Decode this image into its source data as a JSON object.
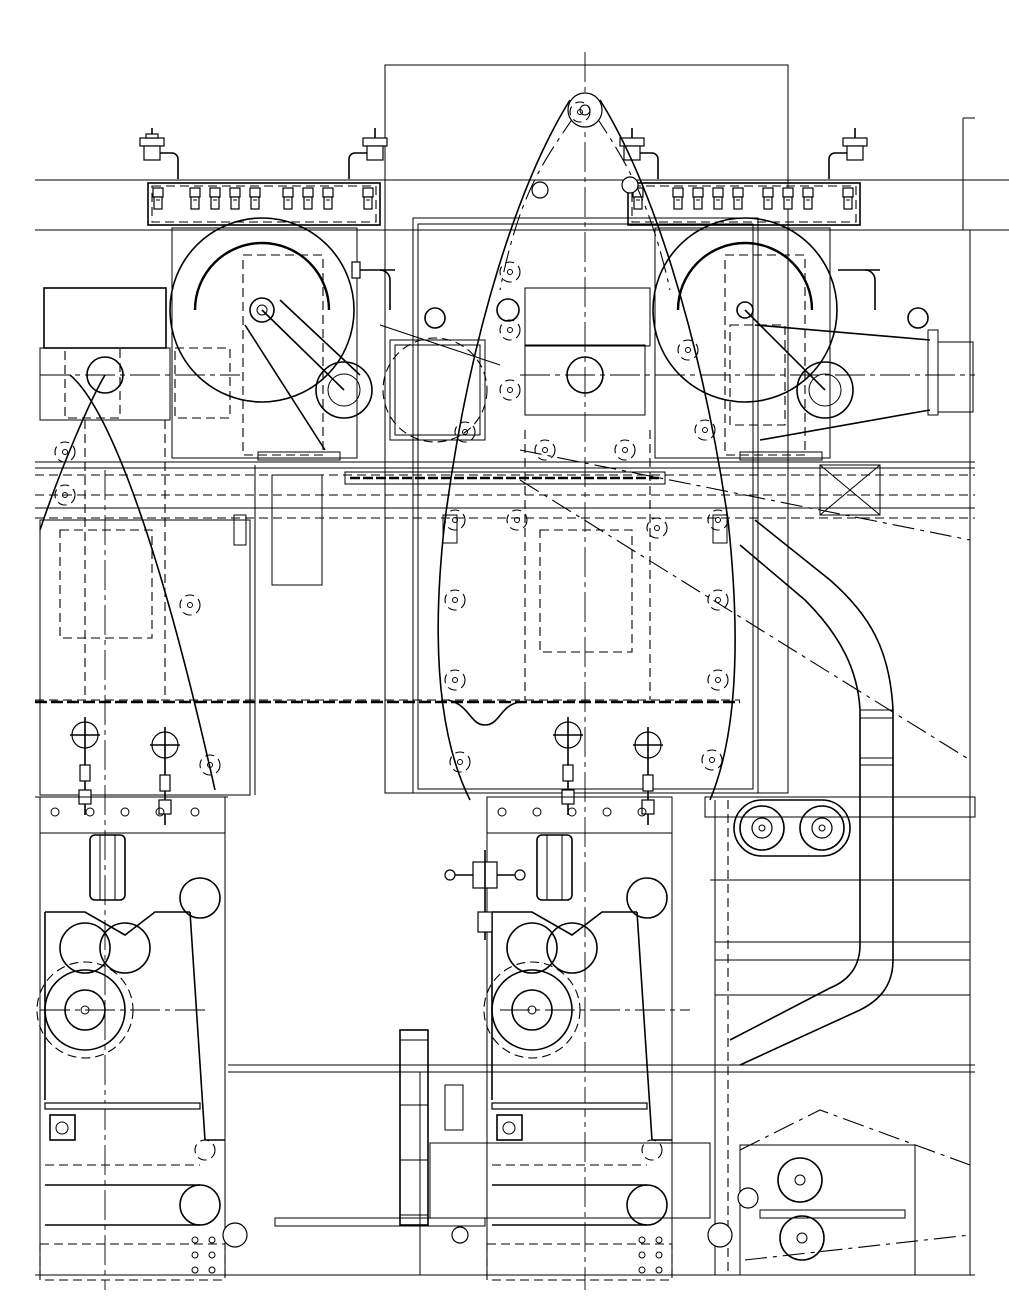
{
  "drawing": {
    "colors": {
      "ink": "#000000",
      "paper": "#ffffff"
    },
    "components": [
      "left-steam-header",
      "right-steam-header",
      "left-dryer-hood",
      "right-dryer-hood",
      "center-felt-loop",
      "left-press-section",
      "right-press-section",
      "duct-elbow",
      "bottom-frame"
    ]
  }
}
